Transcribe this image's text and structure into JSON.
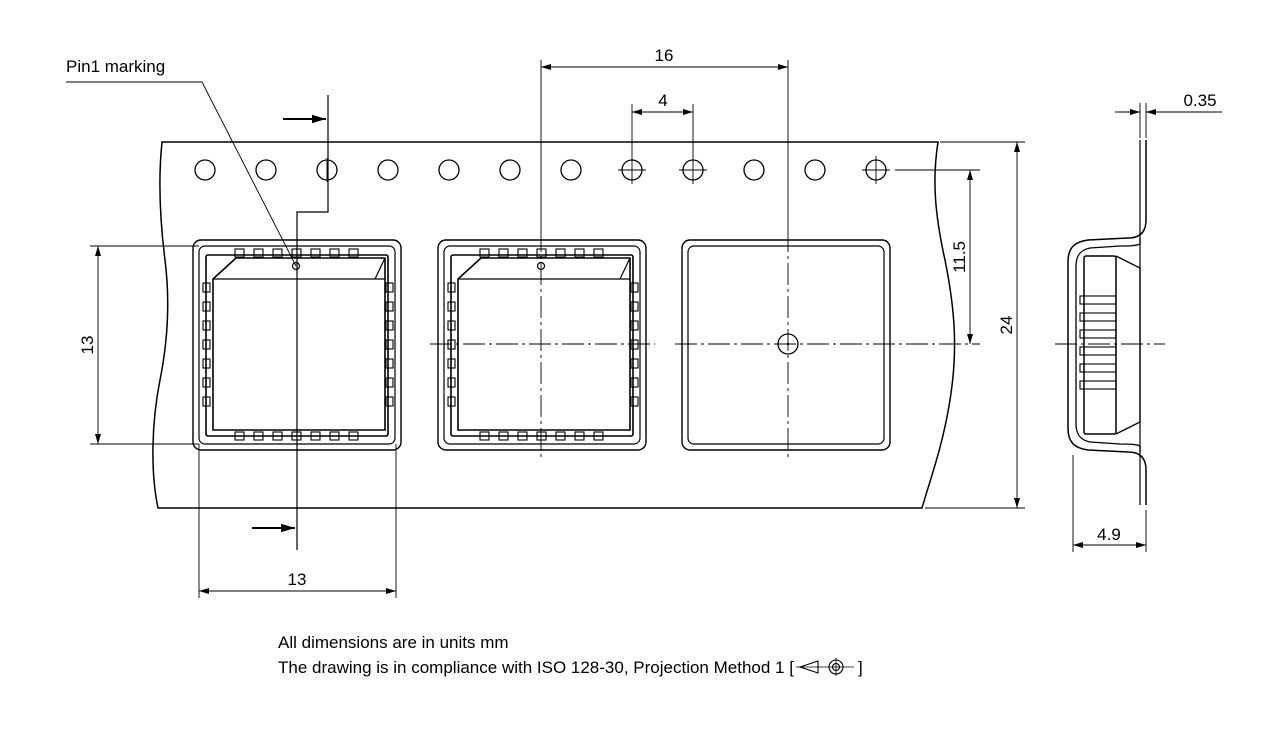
{
  "labels": {
    "pin1_marking": "Pin1 marking"
  },
  "dimensions": {
    "pitch_cavity": "16",
    "pitch_sprocket": "4",
    "cover_thickness": "0.35",
    "cavity_offset": "11.5",
    "tape_width": "24",
    "cavity_height": "13",
    "cavity_width": "13",
    "cavity_depth": "4.9"
  },
  "notes": {
    "units": "All dimensions are in units mm",
    "compliance_prefix": "The drawing is in compliance with ISO 128-30, Projection Method 1 [",
    "compliance_suffix": "]"
  }
}
